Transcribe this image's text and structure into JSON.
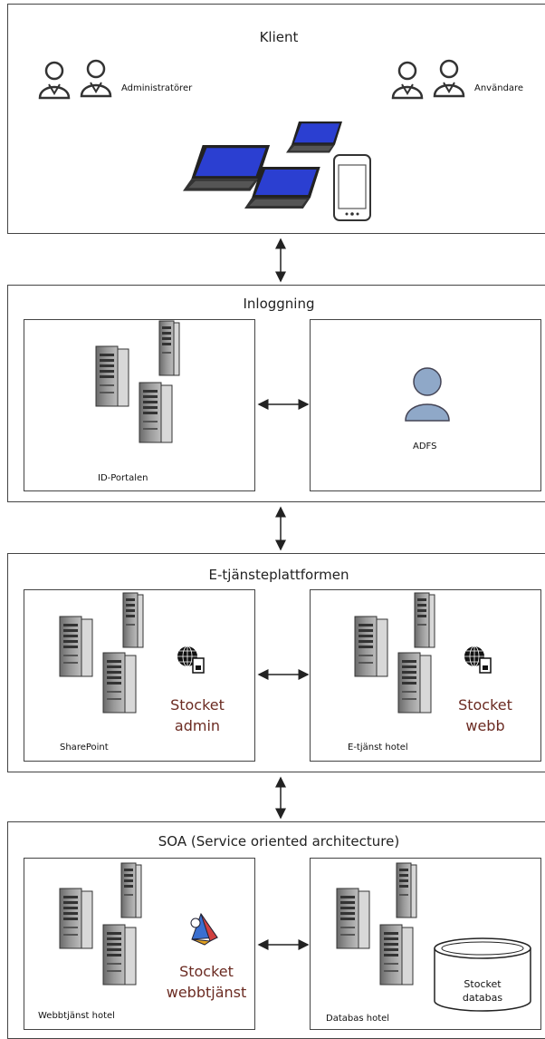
{
  "klient": {
    "title": "Klient",
    "admins_label": "Administratörer",
    "users_label": "Användare"
  },
  "inloggning": {
    "title": "Inloggning",
    "id_portal_label": "ID-Portalen",
    "adfs_label": "ADFS"
  },
  "etjanst": {
    "title": "E-tjänsteplattformen",
    "sharepoint_label": "SharePoint",
    "stocket_admin_line1": "Stocket",
    "stocket_admin_line2": "admin",
    "hotel_label": "E-tjänst hotel",
    "stocket_webb_line1": "Stocket",
    "stocket_webb_line2": "webb"
  },
  "soa": {
    "title": "SOA (Service oriented architecture)",
    "webbtjanst_label": "Webbtjänst hotel",
    "stocket_wt_line1": "Stocket",
    "stocket_wt_line2": "webbtjänst",
    "databas_label": "Databas hotel",
    "stocket_db_line1": "Stocket",
    "stocket_db_line2": "databas"
  },
  "colors": {
    "accent_text": "#6b2b22",
    "laptop_screen": "#2b3fd1",
    "user_icon": "#8fa8c8"
  }
}
